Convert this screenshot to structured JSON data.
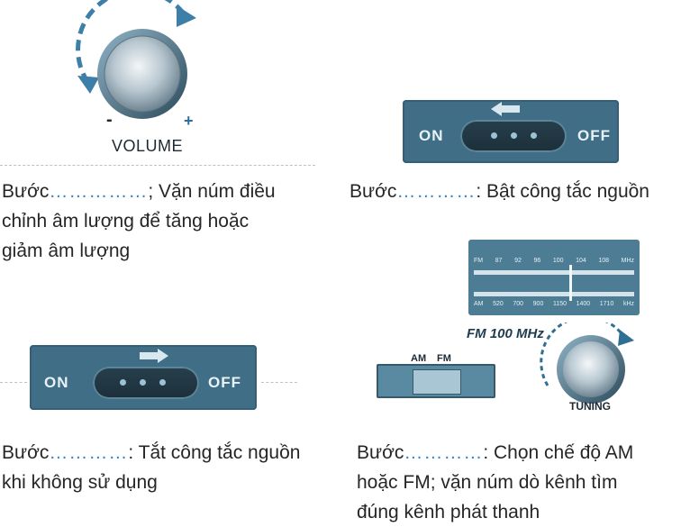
{
  "volume": {
    "label": "VOLUME",
    "minus": "-",
    "plus": "+",
    "caption_prefix": "Bước",
    "caption_dots": "……………",
    "caption_line1": "; Vặn núm điều",
    "caption_line2": "chỉnh âm lượng để tăng hoặc",
    "caption_line3": "giảm âm lượng"
  },
  "power_on": {
    "on": "ON",
    "off": "OFF",
    "caption_prefix": "Bước",
    "caption_dots": "…………",
    "caption_text": ": Bật công tắc nguồn"
  },
  "power_off": {
    "on": "ON",
    "off": "OFF",
    "caption_prefix": "Bước",
    "caption_dots": "…………",
    "caption_line1": ": Tắt công tắc nguồn",
    "caption_line2": "khi không sử dụng"
  },
  "tuning": {
    "fm_scale": [
      "FM",
      "87",
      "92",
      "96",
      "100",
      "104",
      "108",
      "MHz"
    ],
    "am_scale": [
      "AM",
      "520",
      "700",
      "900",
      "1150",
      "1400",
      "1710",
      "kHz"
    ],
    "frequency": "FM 100 MHz",
    "am_label": "AM",
    "fm_label": "FM",
    "knob_label": "TUNING",
    "caption_prefix": "Bước",
    "caption_dots": "…………",
    "caption_line1": ": Chọn chế độ AM",
    "caption_line2": "hoặc FM; vặn núm dò kênh tìm",
    "caption_line3": "đúng kênh phát thanh"
  },
  "colors": {
    "accent_blue": "#3b83c4",
    "panel_blue": "#3f6e86"
  }
}
